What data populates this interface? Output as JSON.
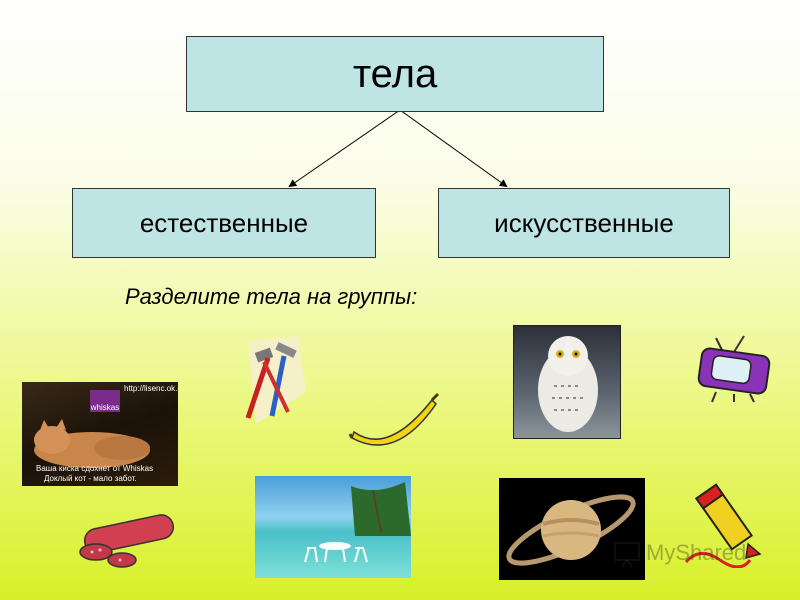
{
  "diagram": {
    "root": "тела",
    "left": "естественные",
    "right": "искусственные"
  },
  "task": "Разделите тела на группы:",
  "cat_photo": {
    "brand": "whiskas",
    "url": "http://lisenc.ok.ru/",
    "caption_line1": "Ваша киска сдохнет от Whiskas",
    "caption_line2": "Доклый кот - мало забот."
  },
  "watermark": "MyShared"
}
